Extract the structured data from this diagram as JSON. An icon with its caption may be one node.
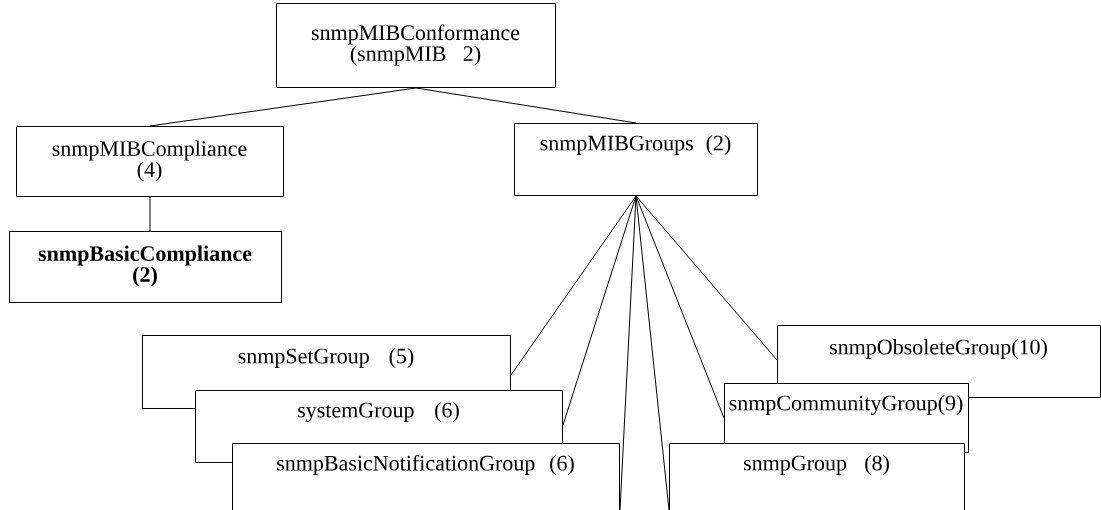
{
  "diagram": {
    "nodes": [
      {
        "text": [
          "snmpMIBConformance (snmpMIB 2)"
        ]
      },
      {
        "text": [
          "snmpMIBCompliance (4)"
        ]
      },
      {
        "text": [
          "snmpMIBGroups (2)"
        ]
      },
      {
        "text": [
          "snmpBasicCompliance (2)"
        ]
      },
      {
        "text": [
          "snmpSetGroup (5)"
        ]
      },
      {
        "text": [
          "systemGroup (6)"
        ]
      },
      {
        "text": [
          "snmpBasicNotificationGroup (6)"
        ]
      },
      {
        "text": [
          "snmpObsoleteGroup(10)"
        ]
      },
      {
        "text": [
          "snmpCommunityGroup(9)"
        ]
      },
      {
        "text": [
          "snmpGroup (8)"
        ]
      }
    ],
    "edges": [
      {
        "from": 0,
        "to": 1,
        "arrow": "none"
      },
      {
        "from": 0,
        "to": 2,
        "arrow": "none"
      },
      {
        "from": 1,
        "to": 3,
        "arrow": "none"
      },
      {
        "from": 2,
        "to": 4,
        "arrow": "none"
      },
      {
        "from": 2,
        "to": 5,
        "arrow": "none"
      },
      {
        "from": 2,
        "to": 6,
        "arrow": "none"
      },
      {
        "from": 2,
        "to": 9,
        "arrow": "none"
      },
      {
        "from": 2,
        "to": 8,
        "arrow": "none"
      },
      {
        "from": 2,
        "to": 7,
        "arrow": "none"
      }
    ]
  }
}
